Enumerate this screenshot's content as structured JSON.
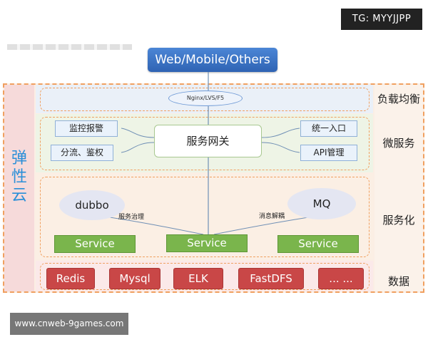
{
  "badge": "TG: MYYJJPP",
  "top_box": "Web/Mobile/Others",
  "left_label": [
    "弹",
    "性",
    "云"
  ],
  "nginx": "Nginx/LVS/F5",
  "layers": {
    "lb": "负载均衡",
    "ms": "微服务",
    "svc": "服务化",
    "data": "数据"
  },
  "ms_left": [
    "监控报警",
    "分流、鉴权"
  ],
  "gateway": "服务网关",
  "ms_right": [
    "统一入口",
    "API管理"
  ],
  "dubbo": "dubbo",
  "mq": "MQ",
  "gov_label": "服务治理",
  "mq_label": "消息解耦",
  "services": [
    "Service",
    "Service",
    "Service"
  ],
  "data_stores": [
    "Redis",
    "Mysql",
    "ELK",
    "FastDFS",
    "... ..."
  ],
  "website": "www.cnweb-9games.com"
}
